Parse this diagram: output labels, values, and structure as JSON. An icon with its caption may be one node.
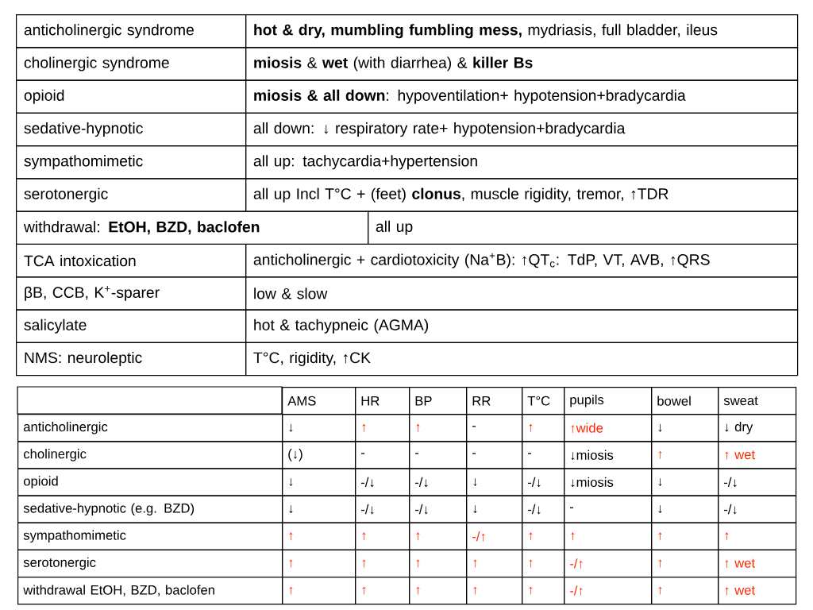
{
  "diagram": {
    "labels": [
      "anticholinergic syndrome",
      "**hot & dry, mumbling fumbling mess,** mydriasis, full bladder, ileus",
      "cholinergic syndrome",
      "**miosis** & **wet** (with diarrhea) & **killer Bs**",
      "opioid",
      "**miosis & all down**: hypoventilation+ hypotension+bradycardia",
      "sedative-hypnotic",
      "all down: ↓ respiratory rate+ hypotension+bradycardia",
      "sympathomimetic",
      "all up: tachycardia+hypertension",
      "serotonergic",
      "all up Incl T°C + (feet) **clonus**, muscle rigidity, tremor, ↑TDR",
      "withdrawal: **EtOH, BZD, baclofen**",
      "all up",
      "TCA intoxication",
      "anticholinergic + cardiotoxicity (Na$^{+}$B): ↑QT$_{c}$: TdP, VT, AVB, ↑QRS",
      "βB, CCB, K$^{+}$-sparer",
      "low & slow",
      "salicylate",
      "hot & tachypneic (AGMA)",
      "NMS: neuroleptic",
      "T°C, rigidity, ↑CK",
      "AMS",
      "HR",
      "BP",
      "RR",
      "T°C",
      "pupils",
      "bowel",
      "sweat",
      "anticholinergic",
      "↓",
      "↑",
      "↑",
      "-",
      "↑",
      "↑wide",
      "↓",
      "↓ dry",
      "cholinergic",
      "(↓)",
      "-",
      "-",
      "-",
      "-",
      "↓miosis",
      "↑",
      "↑ wet",
      "opioid",
      "↓",
      "-/↓",
      "-/↓",
      "↓",
      "-/↓",
      "↓miosis",
      "↓",
      "-/↓",
      "sedative-hypnotic (e.g. BZD)",
      "↓",
      "-/↓",
      "-/↓",
      "↓",
      "-/↓",
      "-",
      "↓",
      "-/↓",
      "sympathomimetic",
      "↑",
      "↑",
      "↑",
      "-/↑",
      "↑",
      "↑",
      "↑",
      "↑",
      "serotonergic",
      "↑",
      "↑",
      "↑",
      "↑",
      "↑",
      "-/↑",
      "↑",
      "↑ wet",
      "withdrawal EtOH, BZD, baclofen",
      "↑",
      "↑",
      "↑",
      "↑",
      "↑",
      "-/↑",
      "↑",
      "↑ wet"
    ]
  }
}
